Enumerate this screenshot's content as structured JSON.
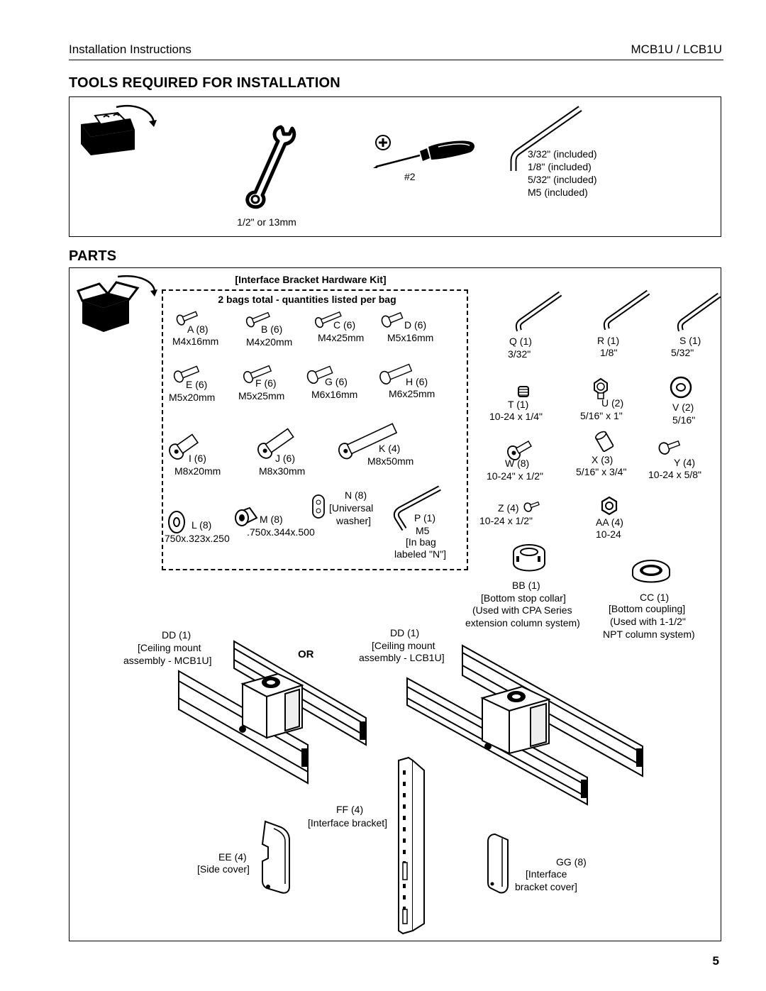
{
  "header": {
    "left": "Installation Instructions",
    "right": "MCB1U / LCB1U"
  },
  "tools": {
    "title": "TOOLS REQUIRED FOR INSTALLATION",
    "wrench_label": "1/2\" or 13mm",
    "screwdriver_label": "#2",
    "allen_keys": [
      "3/32\"  (included)",
      "1/8\"   (included)",
      "5/32\" (included)",
      "M5    (included)"
    ]
  },
  "parts": {
    "title": "PARTS",
    "kit_title": "[Interface Bracket Hardware Kit]",
    "kit_subtitle": "2 bags total - quantities listed per bag",
    "items": {
      "A": {
        "name": "A (8)",
        "size": "M4x16mm"
      },
      "B": {
        "name": "B (6)",
        "size": "M4x20mm"
      },
      "C": {
        "name": "C (6)",
        "size": "M4x25mm"
      },
      "D": {
        "name": "D (6)",
        "size": "M5x16mm"
      },
      "E": {
        "name": "E (6)",
        "size": "M5x20mm"
      },
      "F": {
        "name": "F (6)",
        "size": "M5x25mm"
      },
      "G": {
        "name": "G (6)",
        "size": "M6x16mm"
      },
      "H": {
        "name": "H (6)",
        "size": "M6x25mm"
      },
      "I": {
        "name": "I (6)",
        "size": "M8x20mm"
      },
      "J": {
        "name": "J (6)",
        "size": "M8x30mm"
      },
      "K": {
        "name": "K (4)",
        "size": "M8x50mm"
      },
      "L": {
        "name": "L (8)",
        "size": ".750x.323x.250"
      },
      "M": {
        "name": "M (8)",
        "size": ".750x.344x.500"
      },
      "N": {
        "name": "N (8)",
        "desc1": "[Universal",
        "desc2": "washer]"
      },
      "P": {
        "name": "P (1)",
        "desc1": "M5",
        "desc2": "[In bag",
        "desc3": "labeled \"N\"]"
      },
      "Q": {
        "name": "Q (1)",
        "size": "3/32\""
      },
      "R": {
        "name": "R (1)",
        "size": "1/8\""
      },
      "S": {
        "name": "S (1)",
        "size": "5/32\""
      },
      "T": {
        "name": "T (1)",
        "size": "10-24 x 1/4\""
      },
      "U": {
        "name": "U (2)",
        "size": "5/16\" x 1\""
      },
      "V": {
        "name": "V (2)",
        "size": "5/16\""
      },
      "W": {
        "name": "W (8)",
        "size": "10-24\" x 1/2\""
      },
      "X": {
        "name": "X (3)",
        "size": "5/16\" x 3/4\""
      },
      "Y": {
        "name": "Y (4)",
        "size": "10-24 x 5/8\""
      },
      "Z": {
        "name": "Z (4)",
        "size": "10-24 x 1/2\""
      },
      "AA": {
        "name": "AA (4)",
        "size": "10-24"
      },
      "BB": {
        "name": "BB (1)",
        "desc1": "[Bottom stop collar]",
        "desc2": "(Used with CPA Series",
        "desc3": "extension column system)"
      },
      "CC": {
        "name": "CC (1)",
        "desc1": "[Bottom coupling]",
        "desc2": "(Used with 1-1/2\"",
        "desc3": "NPT column system)"
      },
      "DD1": {
        "name": "DD (1)",
        "desc1": "[Ceiling mount",
        "desc2": "assembly - MCB1U]"
      },
      "DD2": {
        "name": "DD (1)",
        "desc1": "[Ceiling mount",
        "desc2": "assembly - LCB1U]"
      },
      "or": "OR",
      "EE": {
        "name": "EE (4)",
        "desc1": "[Side cover]"
      },
      "FF": {
        "name": "FF (4)",
        "desc1": "[Interface bracket]"
      },
      "GG": {
        "name": "GG (8)",
        "desc1": "[Interface",
        "desc2": "bracket cover]"
      }
    }
  },
  "page_number": "5"
}
